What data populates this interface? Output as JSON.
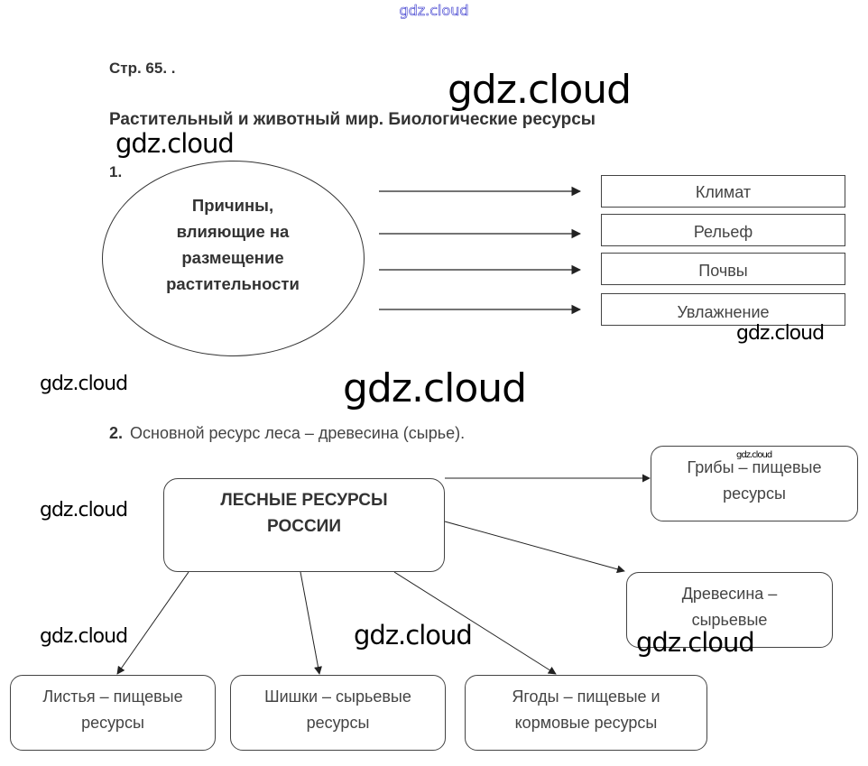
{
  "watermarks": {
    "top_outline": "gdz.cloud",
    "text": "gdz.cloud"
  },
  "page": {
    "number_label": "Стр. 65. .",
    "section_title": "Растительный и животный мир. Биологические ресурсы"
  },
  "task1": {
    "number": "1.",
    "center_lines": [
      "Причины,",
      "влияющие на",
      "размещение",
      "растительности"
    ],
    "factors": [
      "Климат",
      "Рельеф",
      "Почвы",
      "Увлажнение"
    ]
  },
  "task2": {
    "number": "2.",
    "statement": "Основной ресурс леса – древесина (сырье).",
    "main_lines": [
      "ЛЕСНЫЕ РЕСУРСЫ",
      "РОССИИ"
    ],
    "resources": [
      {
        "lines": [
          "Грибы – пищевые",
          "ресурсы"
        ]
      },
      {
        "lines": [
          "Древесина –",
          "сырьевые"
        ]
      },
      {
        "lines": [
          "Листья – пищевые",
          "ресурсы"
        ]
      },
      {
        "lines": [
          "Шишки – сырьевые",
          "ресурсы"
        ]
      },
      {
        "lines": [
          "Ягоды – пищевые и",
          "кормовые ресурсы"
        ]
      }
    ]
  }
}
